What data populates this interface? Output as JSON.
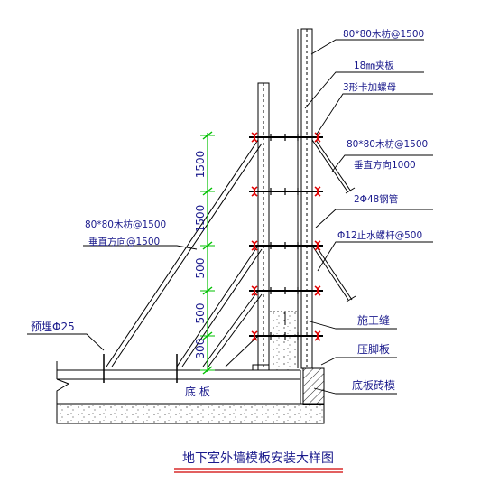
{
  "title": "地下室外墙模板安装大样图",
  "labels": {
    "timber_top": "80*80木枋@1500",
    "plywood": "18㎜夹板",
    "clip_nut": "3形卡加螺母",
    "timber_right": "80*80木枋@1500",
    "timber_right_dir": "垂直方向1000",
    "steel_pipe": "2Φ48钢管",
    "water_bolt": "Φ12止水螺杆@500",
    "construction_joint": "施工缝",
    "kicker_board": "压脚板",
    "brick_mold": "底板砖模",
    "timber_left": "80*80木枋@1500",
    "timber_left_dir": "垂直方向@1500",
    "embedded": "预埋Φ25",
    "base_slab": "底 板"
  },
  "dimensions": [
    "1500",
    "1500",
    "500",
    "500",
    "300"
  ],
  "colors": {
    "line": "#000000",
    "text": "#1a1a8c",
    "dimension": "#00c000",
    "clip": "#e00000",
    "title_underline": "#d00000"
  }
}
